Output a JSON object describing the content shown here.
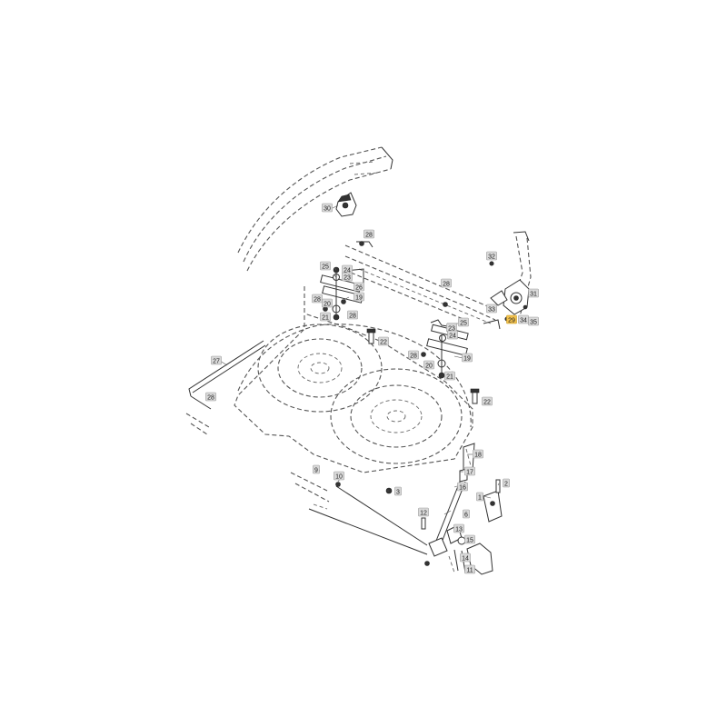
{
  "diagram": {
    "highlight_color": "#f2c14e",
    "callouts": [
      {
        "id": "c30",
        "text": "30"
      },
      {
        "id": "c28a",
        "text": "28"
      },
      {
        "id": "c32",
        "text": "32"
      },
      {
        "id": "c25a",
        "text": "25"
      },
      {
        "id": "c24a",
        "text": "24"
      },
      {
        "id": "c23a",
        "text": "23"
      },
      {
        "id": "c26",
        "text": "26"
      },
      {
        "id": "c28b",
        "text": "28"
      },
      {
        "id": "c19a",
        "text": "19"
      },
      {
        "id": "c20a",
        "text": "20"
      },
      {
        "id": "c28c",
        "text": "28"
      },
      {
        "id": "c21a",
        "text": "21"
      },
      {
        "id": "c28d",
        "text": "28"
      },
      {
        "id": "c31",
        "text": "31"
      },
      {
        "id": "c33",
        "text": "33"
      },
      {
        "id": "c29",
        "text": "29"
      },
      {
        "id": "c34",
        "text": "34"
      },
      {
        "id": "c35",
        "text": "35"
      },
      {
        "id": "c25b",
        "text": "25"
      },
      {
        "id": "c23b",
        "text": "23"
      },
      {
        "id": "c24b",
        "text": "24"
      },
      {
        "id": "c22a",
        "text": "22"
      },
      {
        "id": "c28e",
        "text": "28"
      },
      {
        "id": "c19b",
        "text": "19"
      },
      {
        "id": "c20b",
        "text": "20"
      },
      {
        "id": "c21b",
        "text": "21"
      },
      {
        "id": "c27",
        "text": "27"
      },
      {
        "id": "c28f",
        "text": "28"
      },
      {
        "id": "c22b",
        "text": "22"
      },
      {
        "id": "c18",
        "text": "18"
      },
      {
        "id": "c17",
        "text": "17"
      },
      {
        "id": "c9",
        "text": "9"
      },
      {
        "id": "c10",
        "text": "10"
      },
      {
        "id": "c2",
        "text": "2"
      },
      {
        "id": "c16",
        "text": "16"
      },
      {
        "id": "c1",
        "text": "1"
      },
      {
        "id": "c3",
        "text": "3"
      },
      {
        "id": "c6",
        "text": "6"
      },
      {
        "id": "c12",
        "text": "12"
      },
      {
        "id": "c13",
        "text": "13"
      },
      {
        "id": "c15",
        "text": "15"
      },
      {
        "id": "c14",
        "text": "14"
      },
      {
        "id": "c11",
        "text": "11"
      }
    ]
  }
}
